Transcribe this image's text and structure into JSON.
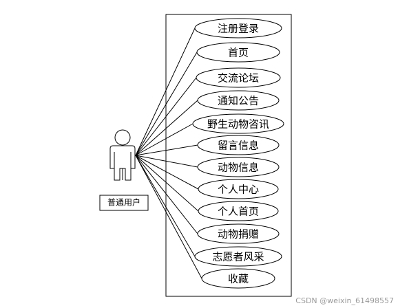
{
  "diagram": {
    "actor": {
      "label": "普通用户"
    },
    "use_cases": [
      {
        "id": "register-login",
        "label": "注册登录"
      },
      {
        "id": "home",
        "label": "首页"
      },
      {
        "id": "forum",
        "label": "交流论坛"
      },
      {
        "id": "notice",
        "label": "通知公告"
      },
      {
        "id": "wild-animal-news",
        "label": "野生动物咨讯"
      },
      {
        "id": "messages",
        "label": "留言信息"
      },
      {
        "id": "animal-info",
        "label": "动物信息"
      },
      {
        "id": "personal-center",
        "label": "个人中心"
      },
      {
        "id": "personal-home",
        "label": "个人首页"
      },
      {
        "id": "animal-donation",
        "label": "动物捐赠"
      },
      {
        "id": "volunteer-showcase",
        "label": "志愿者风采"
      },
      {
        "id": "favorites",
        "label": "收藏"
      }
    ]
  },
  "watermark": {
    "text": "CSDN @weixin_61498557"
  }
}
